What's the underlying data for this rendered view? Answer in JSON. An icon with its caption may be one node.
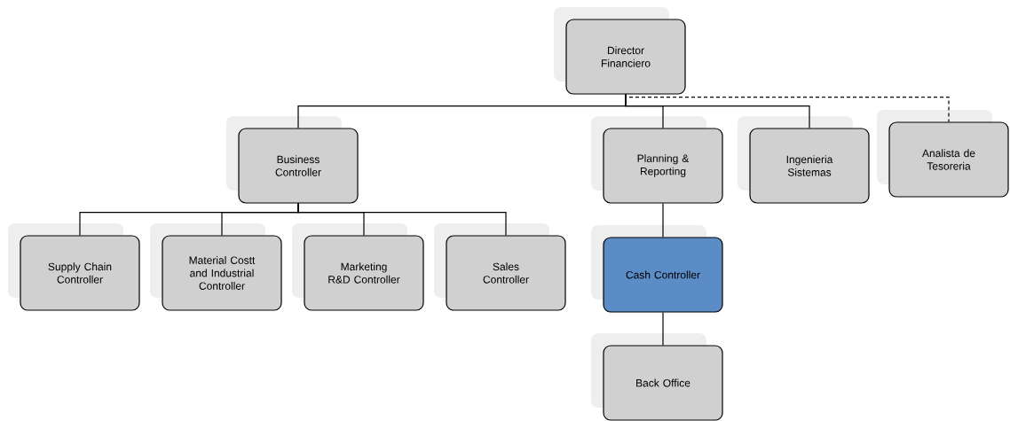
{
  "diagram": {
    "nodes": [
      {
        "text": [
          "Director Financiero"
        ]
      },
      {
        "text": [
          "Business Controller"
        ]
      },
      {
        "text": [
          "Planning & Reporting"
        ]
      },
      {
        "text": [
          "Ingenieria Sistemas"
        ]
      },
      {
        "text": [
          "Analista de Tesoreria"
        ]
      },
      {
        "text": [
          "Supply Chain Controller"
        ]
      },
      {
        "text": [
          "Material Costt and Industrial Controller"
        ]
      },
      {
        "text": [
          "Marketing R&D Controller"
        ]
      },
      {
        "text": [
          "Sales Controller"
        ]
      },
      {
        "text": [
          "Cash Controller"
        ]
      },
      {
        "text": [
          "Back Office"
        ]
      }
    ],
    "edges": [
      {
        "from": 0,
        "to": 1,
        "arrow": "none"
      },
      {
        "from": 0,
        "to": 2,
        "arrow": "none"
      },
      {
        "from": 0,
        "to": 3,
        "arrow": "none"
      },
      {
        "from": 0,
        "to": 4,
        "arrow": "none",
        "style": "dashed"
      },
      {
        "from": 1,
        "to": 5,
        "arrow": "none"
      },
      {
        "from": 1,
        "to": 6,
        "arrow": "none"
      },
      {
        "from": 1,
        "to": 7,
        "arrow": "none"
      },
      {
        "from": 1,
        "to": 8,
        "arrow": "none"
      },
      {
        "from": 2,
        "to": 9,
        "arrow": "none"
      },
      {
        "from": 9,
        "to": 10,
        "arrow": "none"
      }
    ]
  }
}
